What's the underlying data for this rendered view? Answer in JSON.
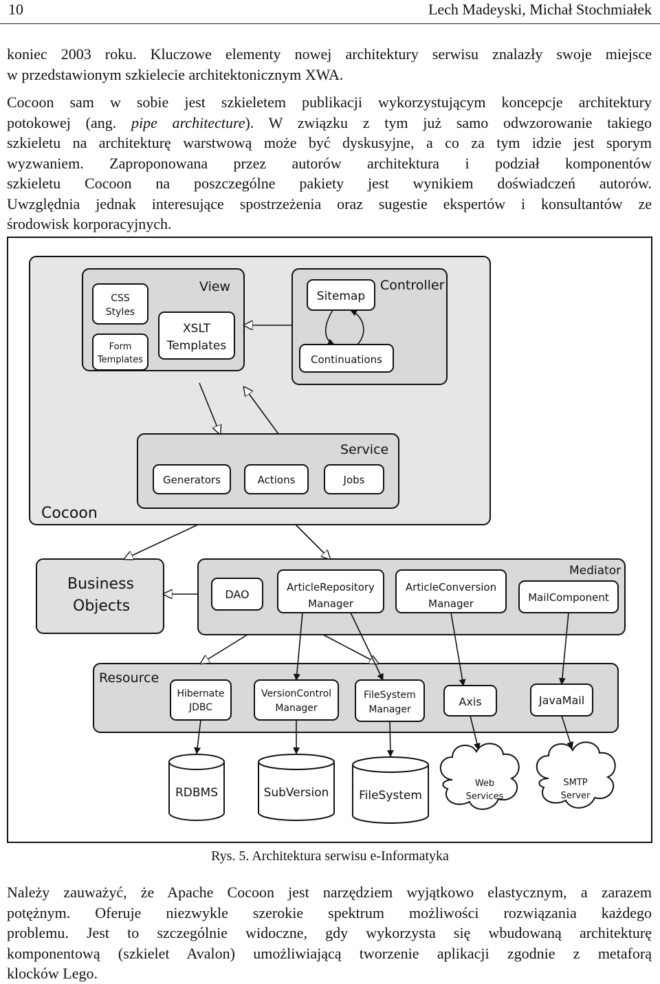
{
  "header": {
    "page_number": "10",
    "authors": "Lech Madeyski, Michał Stochmiałek"
  },
  "paragraph1": {
    "l1": "koniec 2003 roku. Kluczowe elementy nowej architektury serwisu znalazły swoje miejsce",
    "l2": "w przedstawionym szkielecie architektonicznym XWA."
  },
  "paragraph2": {
    "l1": "Cocoon sam w sobie jest szkieletem publikacji wykorzystującym koncepcje architektury",
    "l2_pre": "potokowej (ang. ",
    "l2_em": "pipe architecture",
    "l2_post": "). W związku z tym już samo odwzorowanie takiego",
    "l3": "szkieletu na architekturę warstwową może być dyskusyjne, a co za tym idzie jest sporym",
    "l4": "wyzwaniem. Zaproponowana przez autorów architektura i podział komponentów",
    "l5": "szkieletu Cocoon na poszczególne pakiety jest wynikiem doświadczeń autorów.",
    "l6": "Uwzględnia jednak interesujące spostrzeżenia oraz sugestie ekspertów i konsultantów ze",
    "l7": "środowisk korporacyjnych."
  },
  "figure": {
    "cocoon": "Cocoon",
    "view": {
      "title": "View",
      "css_1": "CSS",
      "css_2": "Styles",
      "form_1": "Form",
      "form_2": "Templates",
      "xslt_1": "XSLT",
      "xslt_2": "Templates"
    },
    "controller": {
      "title": "Controller",
      "sitemap": "Sitemap",
      "continuations": "Continuations"
    },
    "service": {
      "title": "Service",
      "generators": "Generators",
      "actions": "Actions",
      "jobs": "Jobs"
    },
    "business_1": "Business",
    "business_2": "Objects",
    "mediator": {
      "title": "Mediator",
      "dao": "DAO",
      "arm_1": "ArticleRepository",
      "arm_2": "Manager",
      "acm_1": "ArticleConversion",
      "acm_2": "Manager",
      "mail": "MailComponent"
    },
    "resource": {
      "title": "Resource",
      "hib_1": "Hibernate",
      "hib_2": "JDBC",
      "vcm_1": "VersionControl",
      "vcm_2": "Manager",
      "fsm_1": "FileSystem",
      "fsm_2": "Manager",
      "axis": "Axis",
      "javamail": "JavaMail"
    },
    "stores": {
      "rdbms": "RDBMS",
      "subversion": "SubVersion",
      "filesystem": "FileSystem",
      "web_1": "Web",
      "web_2": "Services",
      "smtp_1": "SMTP",
      "smtp_2": "Server"
    }
  },
  "caption": "Rys. 5. Architektura serwisu e-Informatyka",
  "paragraph3": {
    "l1": "Należy zauważyć, że Apache Cocoon jest narzędziem wyjątkowo elastycznym, a zarazem",
    "l2": "potężnym. Oferuje niezwykle szerokie spektrum możliwości rozwiązania każdego",
    "l3": "problemu. Jest to szczególnie widoczne, gdy wykorzysta się wbudowaną architekturę",
    "l4": "komponentową (szkielet Avalon) umożliwiającą tworzenie aplikacji zgodnie z metaforą",
    "l5": "klocków Lego."
  }
}
